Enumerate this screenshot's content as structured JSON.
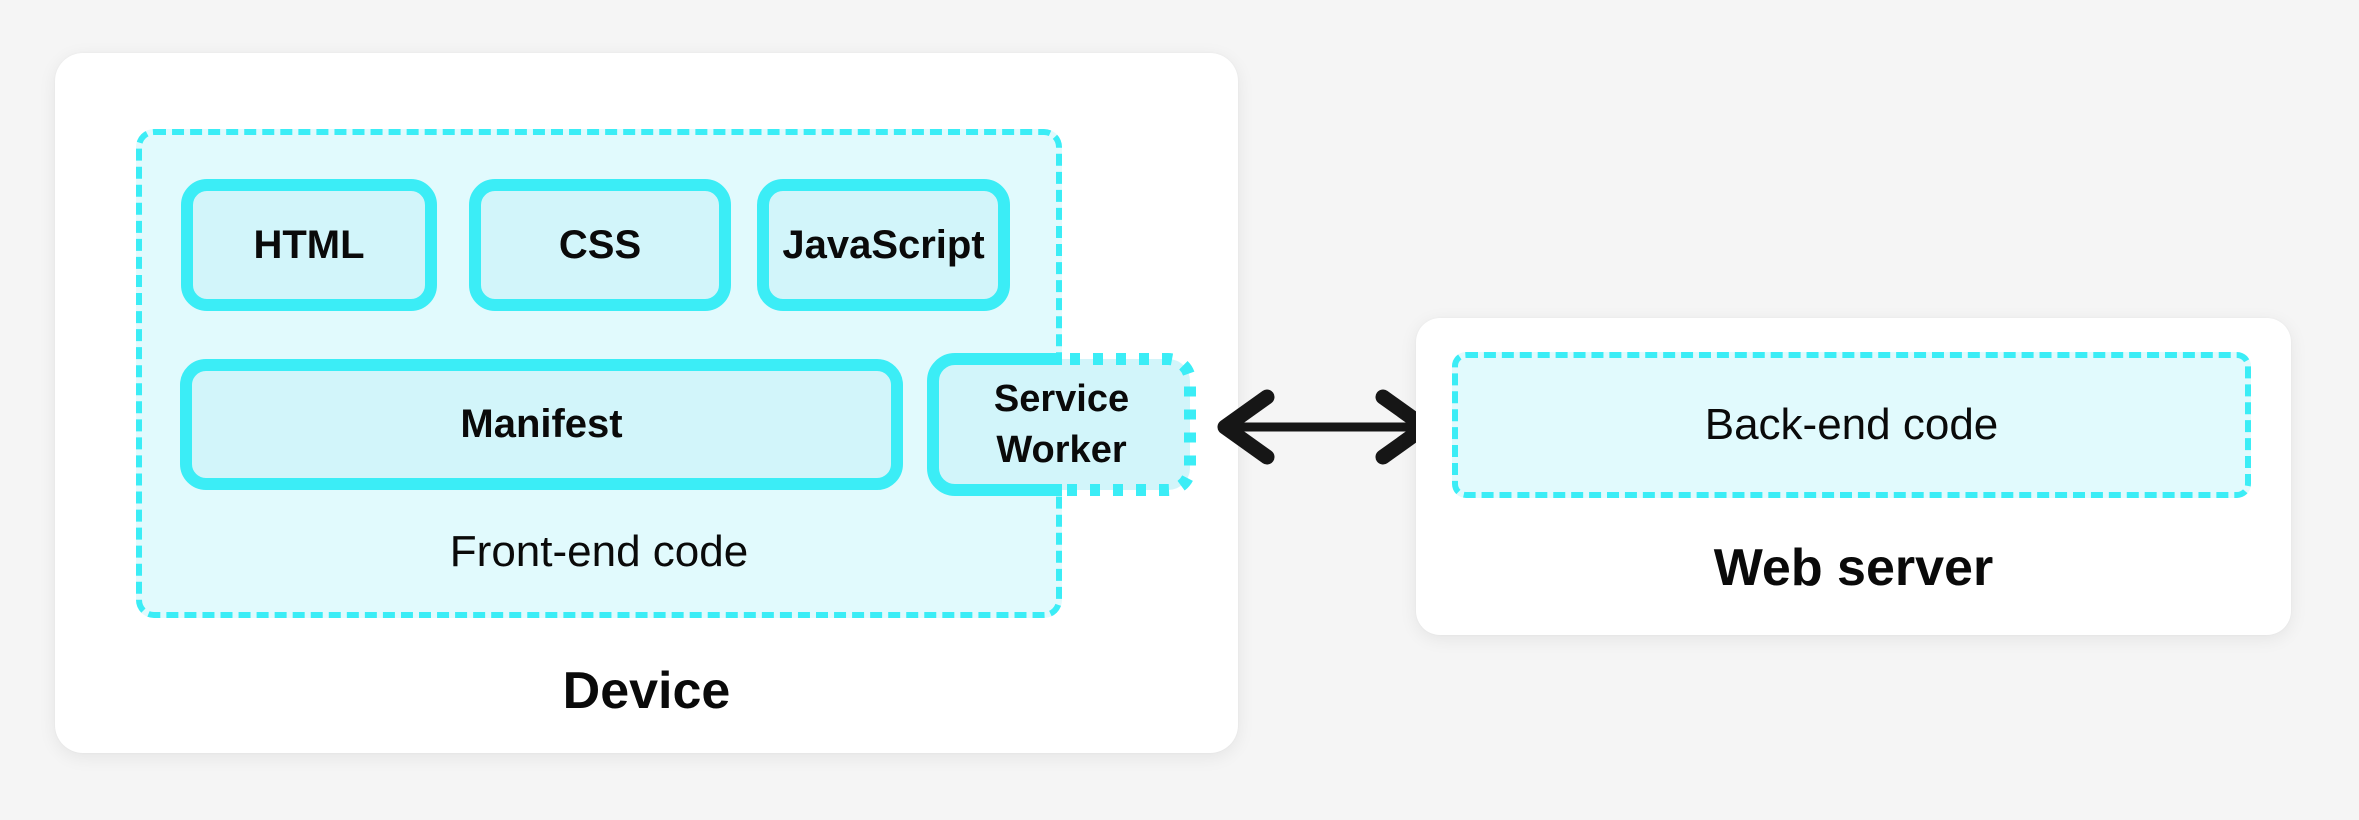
{
  "diagram": {
    "device": {
      "title": "Device",
      "frontend": {
        "label": "Front-end code",
        "row1": [
          {
            "label": "HTML"
          },
          {
            "label": "CSS"
          },
          {
            "label": "JavaScript"
          }
        ],
        "row2": [
          {
            "label": "Manifest"
          },
          {
            "label": "Service Worker"
          }
        ]
      }
    },
    "connection": {
      "icon": "double-arrow-icon",
      "direction": "bidirectional"
    },
    "web_server": {
      "title": "Web server",
      "backend_label": "Back-end code"
    }
  },
  "colors": {
    "accent_cyan": "#3BEDF6",
    "container_fill": "#E1FAFD",
    "box_fill": "#D2F5FA",
    "card_fill": "#FFFFFF",
    "page_background": "#F5F5F5",
    "text": "#0A0A0A",
    "arrow_black": "#161616"
  }
}
